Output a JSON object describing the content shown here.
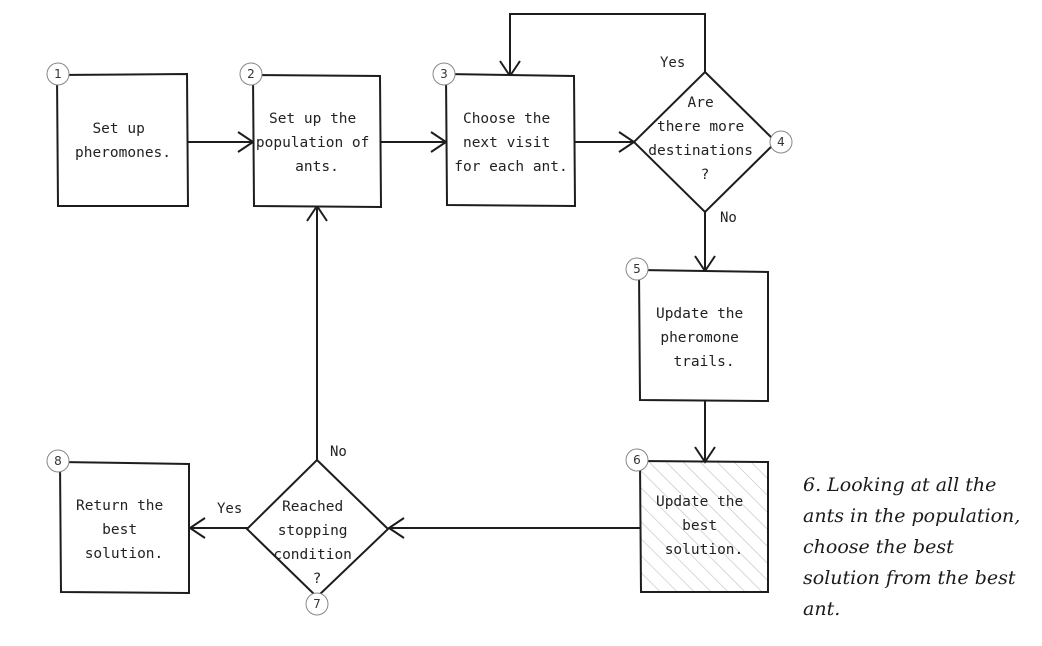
{
  "nodes": {
    "n1": {
      "number": "1",
      "lines": [
        "Set up",
        "pheromones."
      ]
    },
    "n2": {
      "number": "2",
      "lines": [
        "Set up the",
        "population of",
        "ants."
      ]
    },
    "n3": {
      "number": "3",
      "lines": [
        "Choose the",
        "next visit",
        "for each ant."
      ]
    },
    "n4": {
      "number": "4",
      "lines": [
        "Are",
        "there more",
        "destinations",
        "?"
      ]
    },
    "n5": {
      "number": "5",
      "lines": [
        "Update the",
        "pheromone",
        "trails."
      ]
    },
    "n6": {
      "number": "6",
      "lines": [
        "Update the",
        "best",
        "solution."
      ]
    },
    "n7": {
      "number": "7",
      "lines": [
        "Reached",
        "stopping",
        "condition",
        "?"
      ]
    },
    "n8": {
      "number": "8",
      "lines": [
        "Return the",
        "best",
        "solution."
      ]
    }
  },
  "edges": {
    "n4_yes": "Yes",
    "n4_no": "No",
    "n7_yes": "Yes",
    "n7_no": "No"
  },
  "note": {
    "text": "6. Looking at all the ants in the population, choose the best solution from the best ant."
  }
}
